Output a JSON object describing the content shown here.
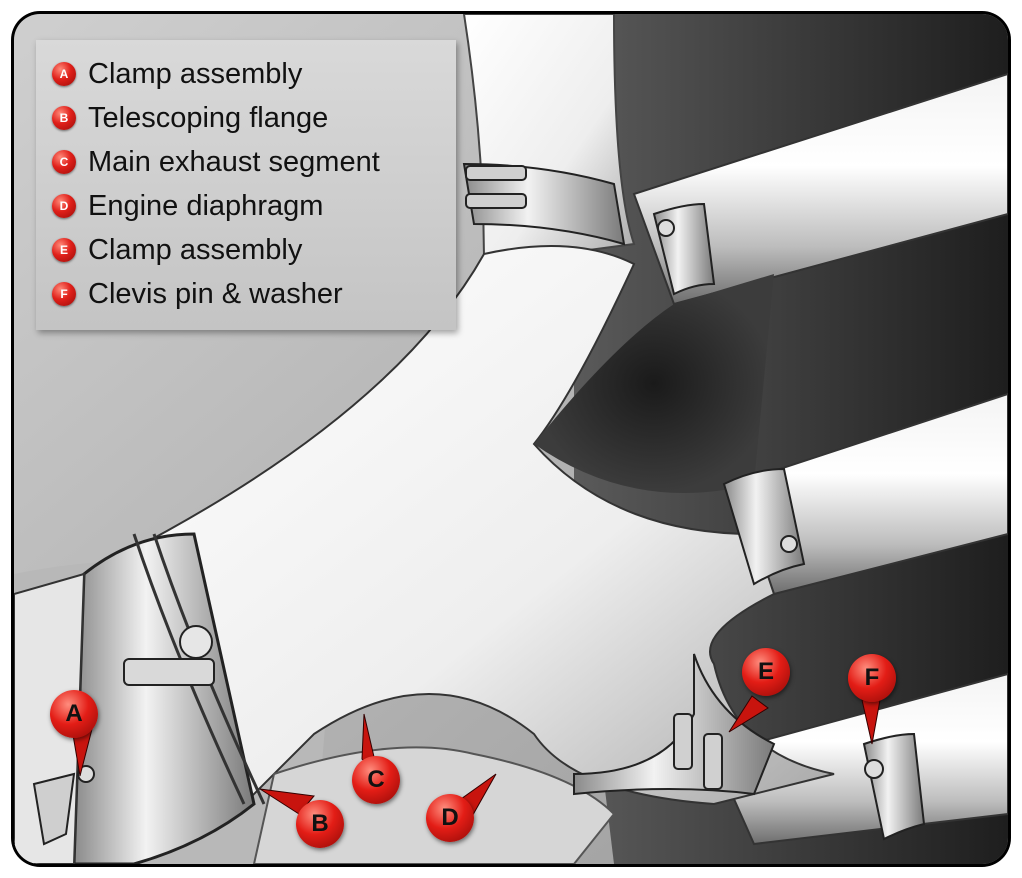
{
  "legend": {
    "items": [
      {
        "letter": "A",
        "label": "Clamp assembly"
      },
      {
        "letter": "B",
        "label": "Telescoping flange"
      },
      {
        "letter": "C",
        "label": "Main exhaust segment"
      },
      {
        "letter": "D",
        "label": "Engine diaphragm"
      },
      {
        "letter": "E",
        "label": "Clamp assembly"
      },
      {
        "letter": "F",
        "label": "Clevis pin & washer"
      }
    ]
  },
  "callouts": [
    "A",
    "B",
    "C",
    "D",
    "E",
    "F"
  ],
  "colors": {
    "callout_red": "#e31d16",
    "legend_bg": "#cfcfcf",
    "frame_border": "#000000"
  }
}
